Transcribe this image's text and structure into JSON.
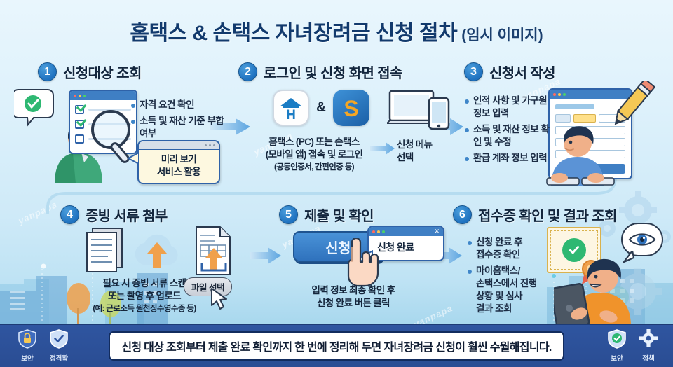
{
  "title": {
    "main": "홈택스 & 손택스 자녀장려금 신청 절차",
    "sub": "(임시 이미지)"
  },
  "steps": [
    {
      "number": "1",
      "title": "신청대상 조회",
      "bullets": [
        "자격 요건 확인",
        "소득 및 재산 기준 부합 여부"
      ],
      "callout": "미리 보기\n서비스 활용",
      "callout_line1": "미리 보기",
      "callout_line2": "서비스 활용"
    },
    {
      "number": "2",
      "title": "로그인 및 신청 화면 접속",
      "icons": {
        "hometax": "H",
        "amp": "&",
        "sontax": "S"
      },
      "caption_line1": "홈택스 (PC) 또는 손택스",
      "caption_line2": "(모바일 앱) 접속 및 로그인",
      "caption_note": "(공동인증서, 간편인증 등)",
      "side_line1": "신청 메뉴",
      "side_line2": "선택"
    },
    {
      "number": "3",
      "title": "신청서 작성",
      "bullets": [
        "인적 사항 및 가구원 정보 입력",
        "소득 및 재산 정보 확인 및 수정",
        "환급 계좌 정보 입력"
      ]
    },
    {
      "number": "4",
      "title": "증빙 서류 첨부",
      "caption_line1": "필요 시 증빙 서류 스캔",
      "caption_line2": "또는 촬영 후 업로드",
      "caption_note": "(예: 근로소득 원천징수영수증 등)",
      "chip": "파일 선택"
    },
    {
      "number": "5",
      "title": "제출 및 확인",
      "button": "신청",
      "bubble": "신청 완료",
      "caption_line1": "입력 정보 최종 확인 후",
      "caption_line2": "신청 완료 버튼 클릭"
    },
    {
      "number": "6",
      "title": "접수증 확인 및 결과 조회",
      "bullets": [
        "신청 완료 후 접수증 확인",
        "마이홈택스/ 손택스에서 진행 상황 및 심사 결과 조회"
      ],
      "bullet1_line1": "신청 완료 후",
      "bullet1_line2": "접수증 확인",
      "bullet2_line1": "마이홈택스/",
      "bullet2_line2": "손택스에서 진행",
      "bullet2_line3": "상황 및 심사",
      "bullet2_line4": "결과 조회"
    }
  ],
  "footer": {
    "message": "신청 대상 조회부터 제출 완료 확인까지 한 번에 정리해 두면 자녀장려금 신청이 훨씬 수월해집니다.",
    "left_icons": [
      {
        "name": "lock-shield-icon",
        "label": "보안"
      },
      {
        "name": "check-shield-icon",
        "label": "정격확"
      }
    ],
    "right_icons": [
      {
        "name": "check-shield-icon",
        "label": "보안"
      },
      {
        "name": "gear-icon",
        "label": "정책"
      }
    ]
  },
  "watermarks": [
    "yanpapa",
    "yanpapa",
    "yanpapa",
    "yanpapa",
    "yanpapa"
  ],
  "colors": {
    "accent_blue": "#2f72bd",
    "deep_navy": "#123a6d",
    "green_check": "#2eb872",
    "orange": "#f0932b",
    "footer_bg": "#2f55a0"
  }
}
